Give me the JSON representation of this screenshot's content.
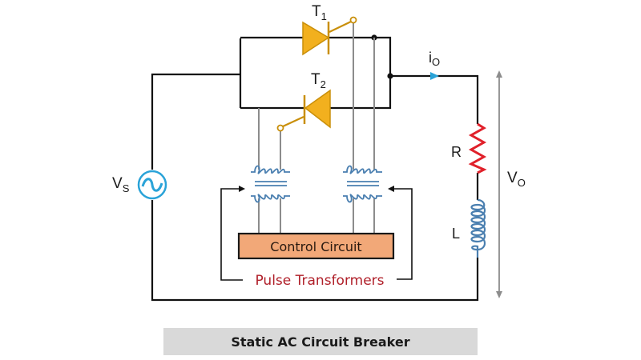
{
  "diagram": {
    "title": "Static AC Circuit Breaker",
    "labels": {
      "thyristor_1": {
        "main": "T",
        "sub": "1"
      },
      "thyristor_2": {
        "main": "T",
        "sub": "2"
      },
      "source": {
        "main": "V",
        "sub": "S"
      },
      "current": {
        "main": "i",
        "sub": "O"
      },
      "output_voltage": {
        "main": "V",
        "sub": "O"
      },
      "resistor": "R",
      "inductor": "L"
    },
    "control_circuit": "Control Circuit",
    "pulse_transformers": "Pulse Transformers"
  },
  "colors": {
    "wire": "#111111",
    "gate_wire": "#8c8c8c",
    "thyristor": "#f2b01e",
    "thyristor_stroke": "#c98f0a",
    "source": "#2aa3d8",
    "current_arrow": "#2aa3d8",
    "resistor": "#e0202a",
    "inductor": "#4a7fb0",
    "transformer": "#4a7fb0",
    "control_box": "#f2a878",
    "pulse_text": "#b0202a",
    "caption_bg": "#d9d9d9"
  }
}
